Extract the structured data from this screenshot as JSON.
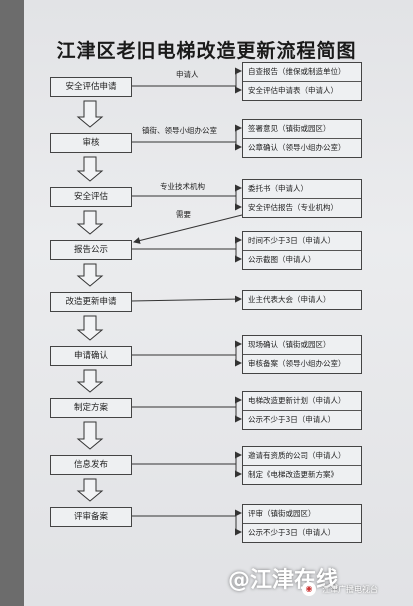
{
  "title": "江津区老旧电梯改造更新流程简图",
  "steps": [
    {
      "label": "安全评估申请",
      "edge_label": "申请人",
      "results": [
        "自查报告（维保或制造单位）",
        "安全评估申请表（申请人）"
      ]
    },
    {
      "label": "审核",
      "edge_label": "镇街、领导小组办公室",
      "results": [
        "签署意见（镇街或园区）",
        "公章确认（领导小组办公室）"
      ]
    },
    {
      "label": "安全评估",
      "edge_label": "专业技术机构",
      "results": [
        "委托书（申请人）",
        "安全评估报告（专业机构）"
      ],
      "extra_label": "需要"
    },
    {
      "label": "报告公示",
      "edge_label": "",
      "results": [
        "时间不少于3日（申请人）",
        "公示截图（申请人）"
      ]
    },
    {
      "label": "改造更新申请",
      "edge_label": "",
      "results": [
        "业主代表大会（申请人）"
      ]
    },
    {
      "label": "申请确认",
      "edge_label": "",
      "results": [
        "现场确认（镇街或园区）",
        "审核备案（领导小组办公室）"
      ]
    },
    {
      "label": "制定方案",
      "edge_label": "",
      "results": [
        "电梯改造更新计划（申请人）",
        "公示不少于3日（申请人）"
      ]
    },
    {
      "label": "信息发布",
      "edge_label": "",
      "results": [
        "邀请有资质的公司（申请人）",
        "制定《电梯改造更新方案》"
      ]
    },
    {
      "label": "评审备案",
      "edge_label": "",
      "results": [
        "评审（镇街或园区）",
        "公示不少于3日（申请人）"
      ]
    }
  ],
  "watermark": {
    "text": "@江津在线",
    "sub": "江津广播电视台"
  }
}
